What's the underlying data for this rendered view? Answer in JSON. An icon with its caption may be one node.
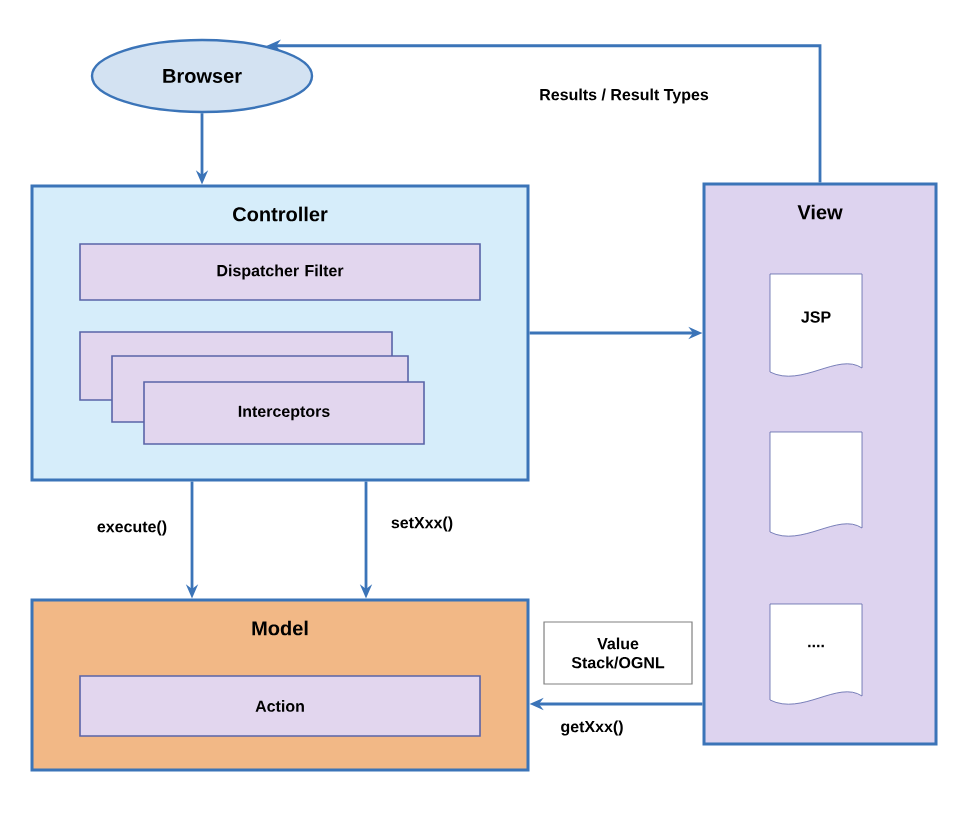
{
  "diagram": {
    "nodes": [
      {
        "text": [
          "Browser"
        ]
      },
      {
        "text": [
          "Controller"
        ]
      },
      {
        "text": [
          "Dispatcher Filter"
        ],
        "in": 1
      },
      {
        "text": [],
        "shape": "box",
        "in": 1
      },
      {
        "text": [],
        "shape": "box",
        "in": 1
      },
      {
        "text": [
          "Interceptors"
        ],
        "in": 1
      },
      {
        "text": [
          "View"
        ]
      },
      {
        "text": [
          "JSP"
        ],
        "in": 6
      },
      {
        "text": [],
        "shape": "document",
        "in": 6
      },
      {
        "text": [
          "...."
        ],
        "in": 6
      },
      {
        "text": [
          "Model"
        ]
      },
      {
        "text": [
          "Action"
        ],
        "in": 10
      },
      {
        "text": [
          "Value Stack/OGNL"
        ]
      }
    ],
    "edges": [
      {
        "from": 0,
        "to": 1,
        "arrow": "to"
      },
      {
        "from": 1,
        "to": 6,
        "arrow": "to"
      },
      {
        "from": 6,
        "to": 0,
        "arrow": "to",
        "label": "Results / Result Types"
      },
      {
        "from": 1,
        "to": 10,
        "arrow": "to",
        "label": "execute()"
      },
      {
        "from": 1,
        "to": 10,
        "arrow": "to",
        "label": "setXxx()"
      },
      {
        "from": 6,
        "to": 10,
        "arrow": "to",
        "label": "getXxx()"
      }
    ]
  }
}
